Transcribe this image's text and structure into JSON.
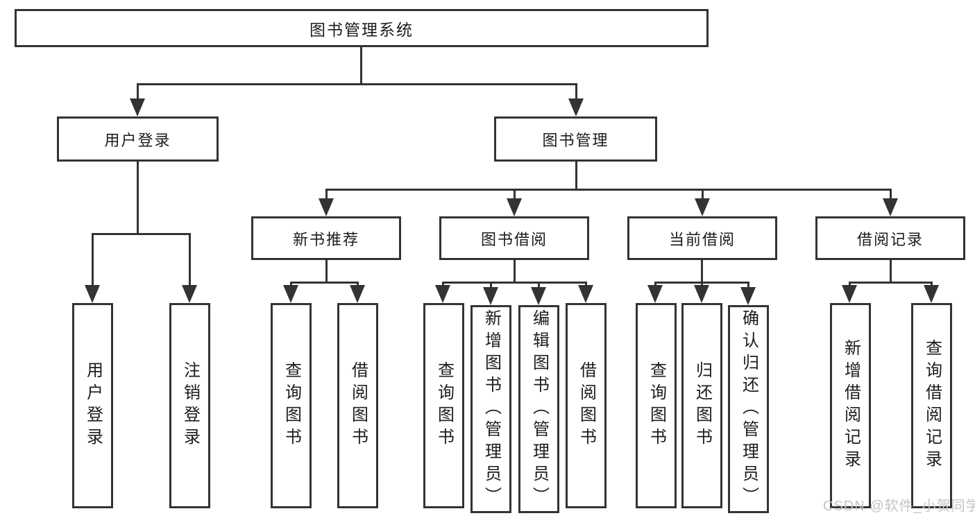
{
  "root": {
    "label": "图书管理系统"
  },
  "level2": {
    "user_login": {
      "label": "用户登录",
      "children": [
        "用户登录",
        "注销登录"
      ]
    },
    "book_mgmt": {
      "label": "图书管理"
    }
  },
  "level3": {
    "new_book_rec": {
      "label": "新书推荐",
      "children": [
        "查询图书",
        "借阅图书"
      ]
    },
    "book_borrow": {
      "label": "图书借阅",
      "children": [
        "查询图书",
        "新增图书（管理员）",
        "编辑图书（管理员）",
        "借阅图书"
      ]
    },
    "current_borrow": {
      "label": "当前借阅",
      "children": [
        "查询图书",
        "归还图书",
        "确认归还（管理员）"
      ]
    },
    "borrow_records": {
      "label": "借阅记录",
      "children": [
        "新增借阅记录",
        "查询借阅记录"
      ]
    }
  },
  "watermark": {
    "text": "CSDN @软件_小贺同学"
  },
  "colors": {
    "line": "#333333",
    "background": "#ffffff",
    "text": "#1c1c1c",
    "watermark": "#c4c4c4"
  }
}
